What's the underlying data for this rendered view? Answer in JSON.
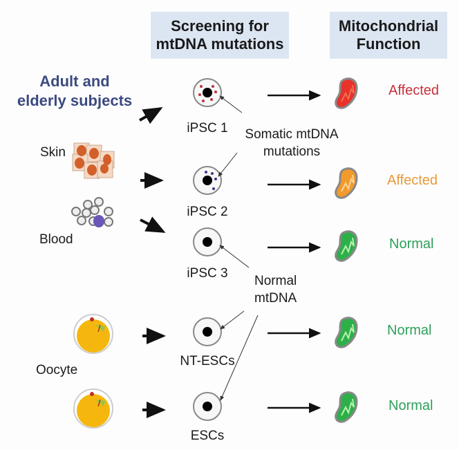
{
  "headers": {
    "screening": "Screening for mtDNA mutations",
    "screening_line1": "Screening for",
    "screening_line2": "mtDNA mutations",
    "function_line1": "Mitochondrial",
    "function_line2": "Function"
  },
  "source_title": {
    "line1": "Adult and",
    "line2": "elderly subjects",
    "color": "#3b4a80"
  },
  "sources": {
    "skin": "Skin",
    "blood": "Blood",
    "oocyte": "Oocyte"
  },
  "cells": [
    {
      "name": "iPSC 1",
      "mito_color": "#e8322a",
      "status": "Affected",
      "status_color": "#c8303a"
    },
    {
      "name": "iPSC 2",
      "mito_color": "#f29a2a",
      "status": "Affected",
      "status_color": "#e89a3a"
    },
    {
      "name": "iPSC 3",
      "mito_color": "#2db04a",
      "status": "Normal",
      "status_color": "#2ea05a"
    },
    {
      "name": "NT-ESCs",
      "mito_color": "#2db04a",
      "status": "Normal",
      "status_color": "#2ea05a"
    },
    {
      "name": "ESCs",
      "mito_color": "#2db04a",
      "status": "Normal",
      "status_color": "#2ea05a"
    }
  ],
  "callouts": {
    "somatic_line1": "Somatic mtDNA",
    "somatic_line2": "mutations",
    "normal_line1": "Normal",
    "normal_line2": "mtDNA"
  }
}
